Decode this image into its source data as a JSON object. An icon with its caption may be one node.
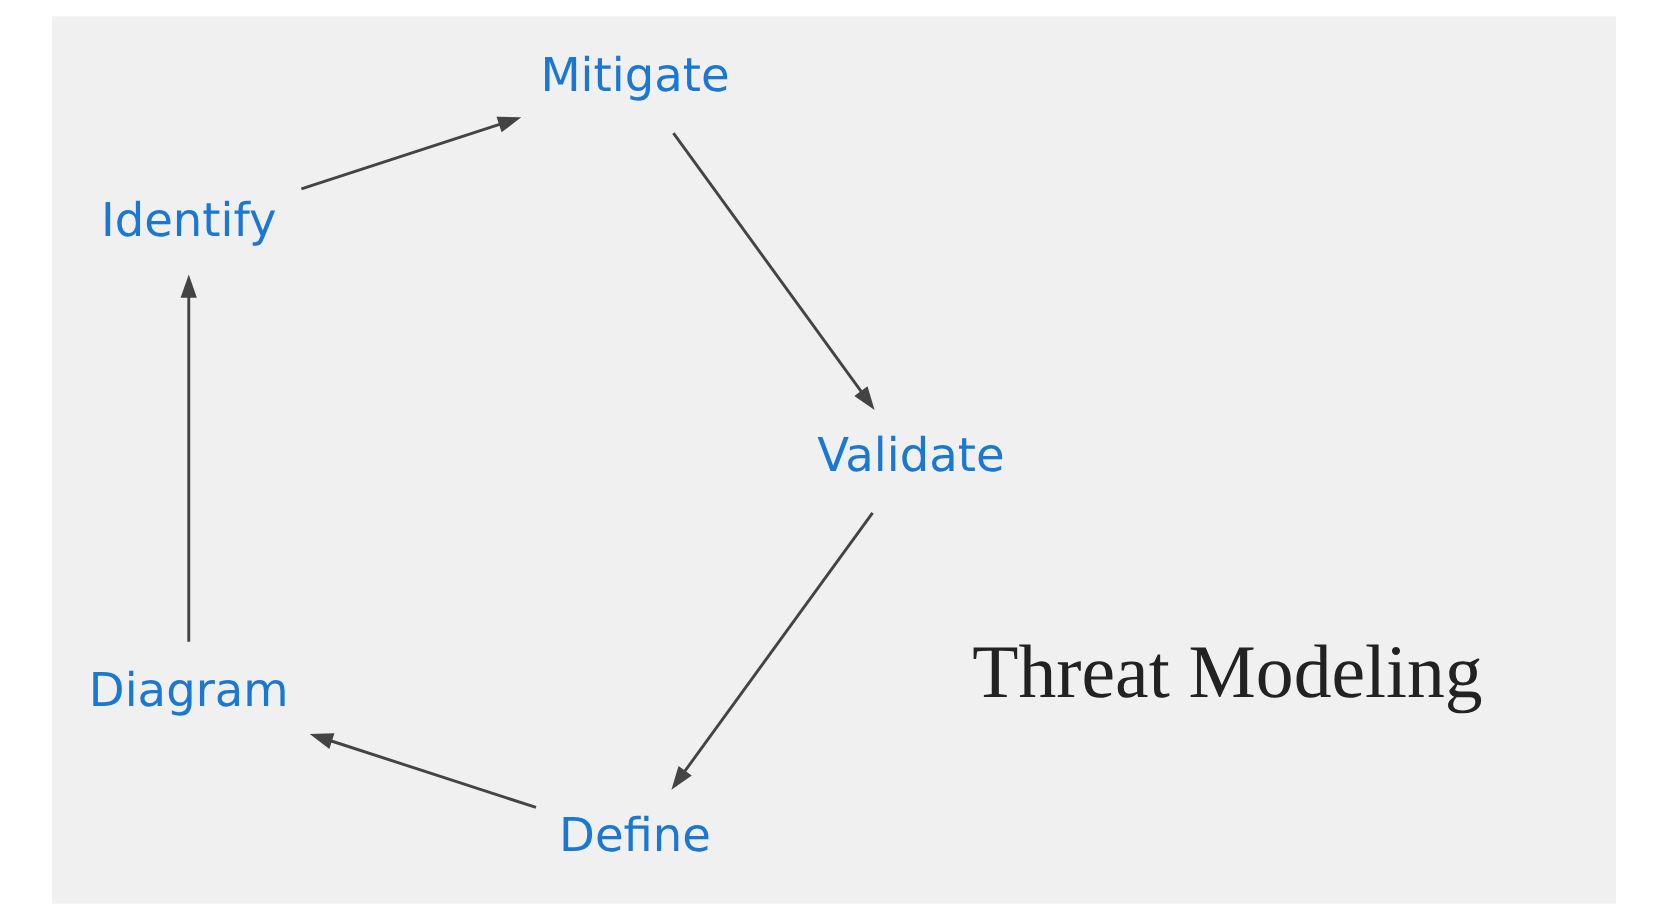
{
  "diagram": {
    "nodes": [
      {
        "text": [
          "Threat Modeling"
        ]
      },
      {
        "text": [
          "Define"
        ]
      },
      {
        "text": [
          "Diagram"
        ]
      },
      {
        "text": [
          "Identify"
        ]
      },
      {
        "text": [
          "Mitigate"
        ]
      },
      {
        "text": [
          "Validate"
        ]
      }
    ],
    "edges": [
      {
        "from": 1,
        "to": 2,
        "arrow": "to"
      },
      {
        "from": 2,
        "to": 3,
        "arrow": "to"
      },
      {
        "from": 3,
        "to": 4,
        "arrow": "to"
      },
      {
        "from": 4,
        "to": 5,
        "arrow": "to"
      },
      {
        "from": 5,
        "to": 1,
        "arrow": "to"
      }
    ]
  }
}
